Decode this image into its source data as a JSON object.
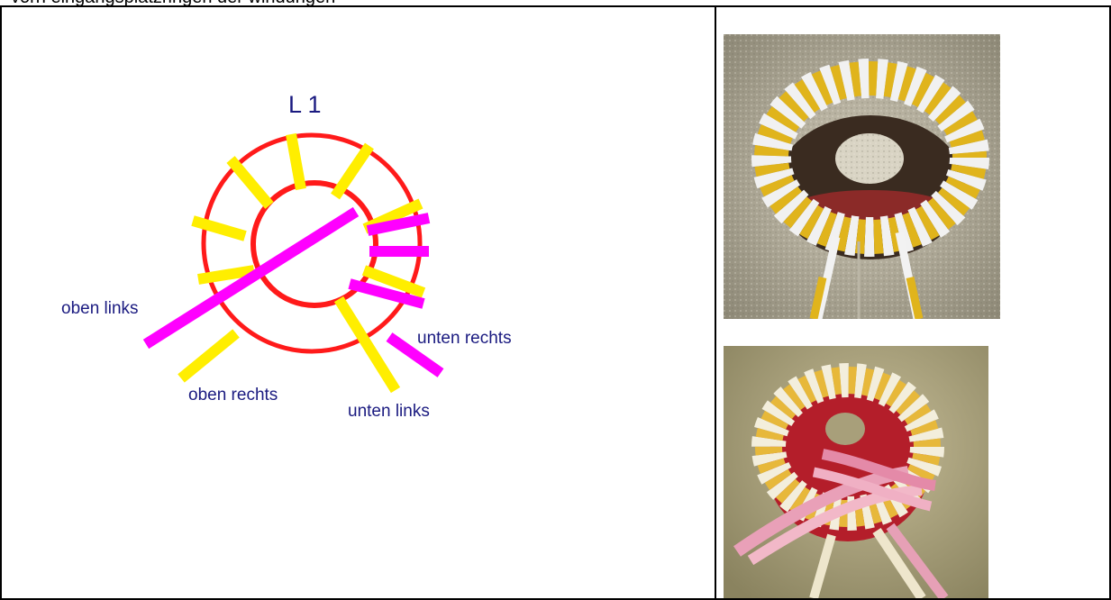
{
  "caption": "vorn eingangsplatzringen der windungen",
  "diagram": {
    "title": "L 1",
    "labels": {
      "oben_links": "oben links",
      "oben_rechts": "oben rechts",
      "unten_links": "unten links",
      "unten_rechts": "unten rechts"
    },
    "colors": {
      "core": "#ff1a1a",
      "winding_yellow": "#ffee00",
      "winding_magenta": "#ff00ff",
      "label_text": "#1a1a80"
    }
  },
  "photos": [
    {
      "name": "toroid-photo-yellow-white-windings"
    },
    {
      "name": "toroid-photo-pink-white-windings"
    }
  ]
}
